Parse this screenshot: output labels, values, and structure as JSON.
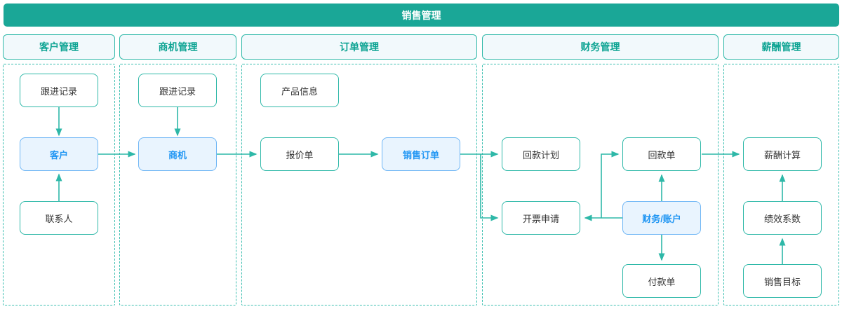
{
  "banner": {
    "title": "销售管理"
  },
  "lanes": [
    {
      "header": "客户管理"
    },
    {
      "header": "商机管理"
    },
    {
      "header": "订单管理"
    },
    {
      "header": "财务管理"
    },
    {
      "header": "薪酬管理"
    }
  ],
  "nodes": {
    "follow_up_customer": "跟进记录",
    "customer": "客户",
    "contact": "联系人",
    "follow_up_opportunity": "跟进记录",
    "opportunity": "商机",
    "product_info": "产品信息",
    "quotation": "报价单",
    "sales_order": "销售订单",
    "payment_plan": "回款计划",
    "receipt": "回款单",
    "invoice_request": "开票申请",
    "finance_account": "财务/账户",
    "payment_bill": "付款单",
    "salary_calc": "薪酬计算",
    "performance_coef": "绩效系数",
    "sales_target": "销售目标"
  },
  "highlighted_nodes": [
    "客户",
    "商机",
    "销售订单",
    "财务/账户"
  ],
  "edges": [
    {
      "from": "跟进记录",
      "to": "客户"
    },
    {
      "from": "联系人",
      "to": "客户"
    },
    {
      "from": "客户",
      "to": "商机"
    },
    {
      "from": "跟进记录",
      "to": "商机"
    },
    {
      "from": "商机",
      "to": "报价单"
    },
    {
      "from": "报价单",
      "to": "销售订单"
    },
    {
      "from": "销售订单",
      "to": "回款计划"
    },
    {
      "from": "销售订单",
      "to": "开票申请",
      "route": "elbow-down"
    },
    {
      "from": "财务/账户",
      "to": "开票申请"
    },
    {
      "from": "财务/账户",
      "to": "回款单",
      "route": "elbow-left-up"
    },
    {
      "from": "财务/账户",
      "to": "回款单",
      "route": "straight-up"
    },
    {
      "from": "财务/账户",
      "to": "付款单"
    },
    {
      "from": "回款单",
      "to": "薪酬计算"
    },
    {
      "from": "绩效系数",
      "to": "薪酬计算"
    },
    {
      "from": "销售目标",
      "to": "绩效系数"
    }
  ],
  "colors": {
    "banner_teal": "#1aa797",
    "teal_border": "#2eb8a8",
    "lane_dash": "#3cbfb0",
    "header_fill": "#f2f9fc",
    "header_text": "#0ea493",
    "blue_border": "#6fb6f5",
    "blue_fill": "#e9f4fe",
    "blue_text": "#2196f3",
    "node_text": "#333333"
  }
}
